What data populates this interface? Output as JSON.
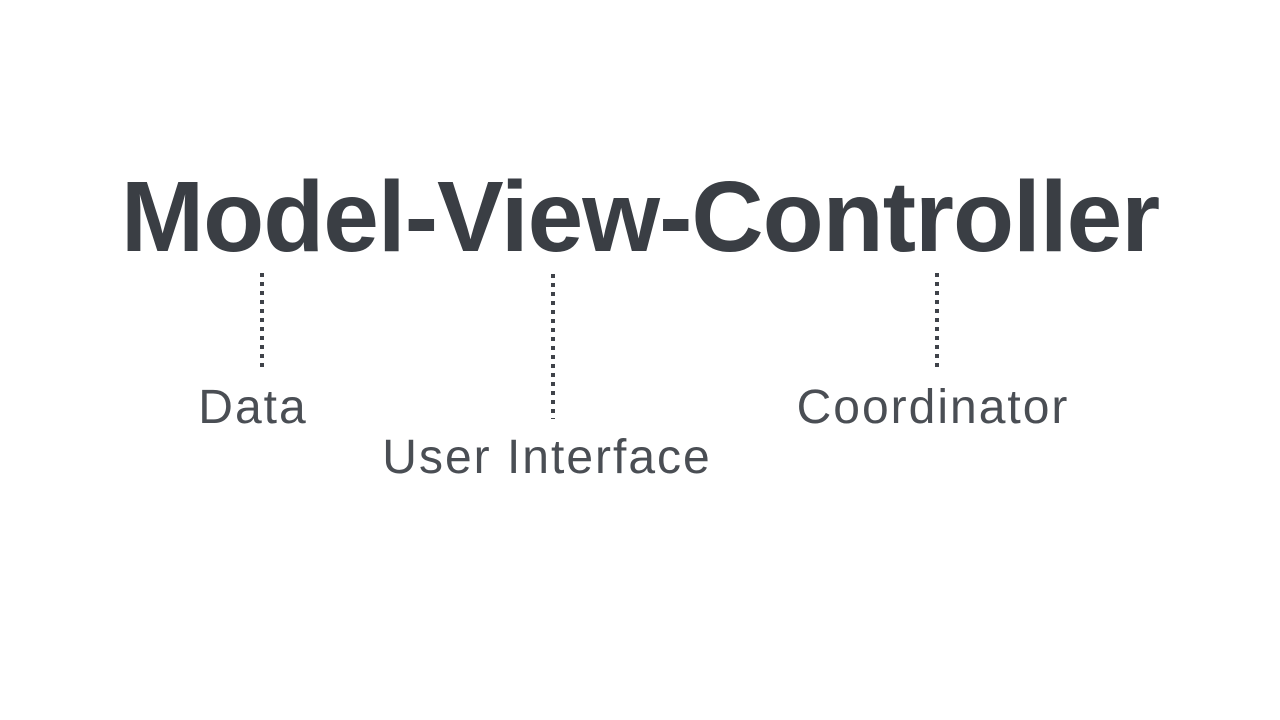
{
  "diagram": {
    "title": "Model-View-Controller",
    "connectors": [
      {
        "from": "Model",
        "label": "Data"
      },
      {
        "from": "View",
        "label": "User Interface"
      },
      {
        "from": "Controller",
        "label": "Coordinator"
      }
    ]
  },
  "colors": {
    "background": "#ffffff",
    "title_text": "#3a3e44",
    "label_text": "#4a4e54",
    "dotted_line": "#3f4349"
  }
}
